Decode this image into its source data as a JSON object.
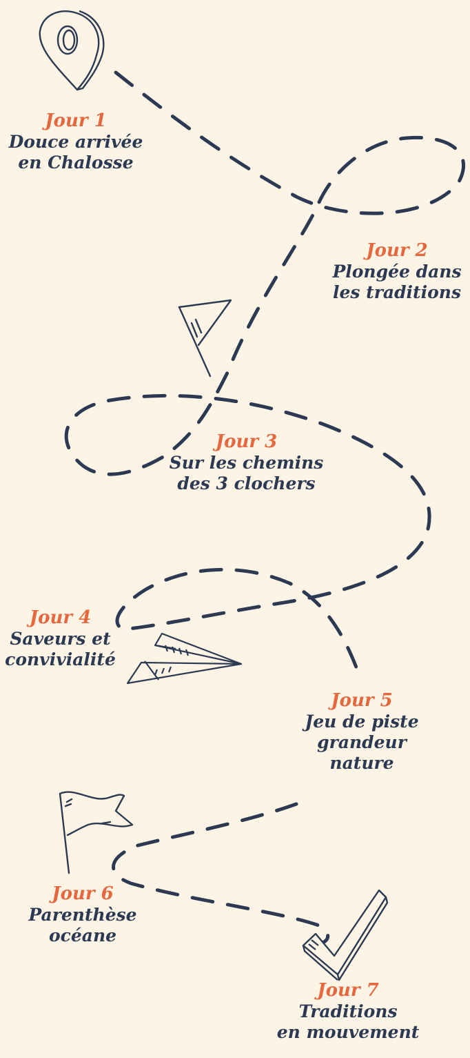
{
  "steps": [
    {
      "day": "Jour 1",
      "title": "Douce arrivée\nen Chalosse"
    },
    {
      "day": "Jour 2",
      "title": "Plongée dans\nles traditions"
    },
    {
      "day": "Jour 3",
      "title": "Sur les chemins\ndes 3 clochers"
    },
    {
      "day": "Jour 4",
      "title": "Saveurs et\nconvivialité"
    },
    {
      "day": "Jour 5",
      "title": "Jeu de piste\ngrandeur\nnature"
    },
    {
      "day": "Jour 6",
      "title": "Parenthèse\nocéane"
    },
    {
      "day": "Jour 7",
      "title": "Traditions\nen mouvement"
    }
  ],
  "icons": [
    "map-pin-icon",
    "pennant-flag-icon",
    "paper-plane-icon",
    "wavy-flag-icon",
    "checkmark-icon"
  ],
  "colors": {
    "background": "#fdf4e6",
    "day": "#e4673e",
    "text": "#2b3a52",
    "path": "#2b3a52"
  }
}
